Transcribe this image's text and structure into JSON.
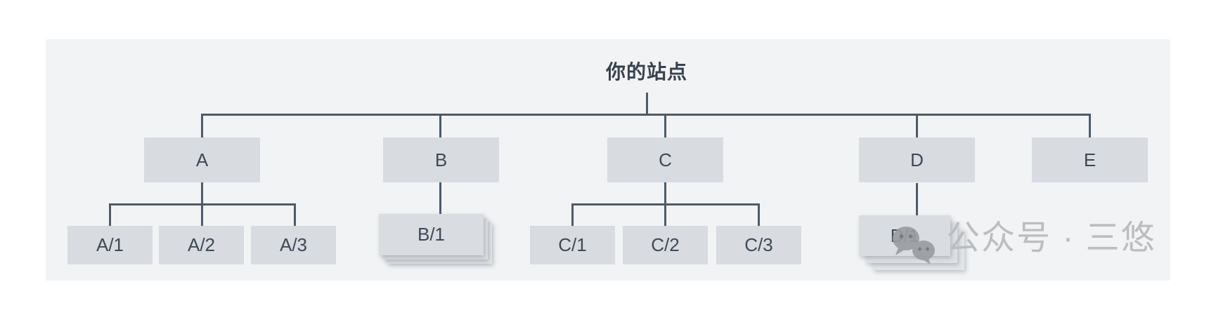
{
  "title": {
    "root_label": "你的站点"
  },
  "tree": {
    "level1": [
      "A",
      "B",
      "C",
      "D",
      "E"
    ],
    "level2": {
      "A": [
        "A/1",
        "A/2",
        "A/3"
      ],
      "B": [
        "B/1"
      ],
      "C": [
        "C/1",
        "C/2",
        "C/3"
      ],
      "D": [
        "D/1"
      ],
      "E": []
    }
  },
  "watermark": {
    "text": "公众号 · 三悠",
    "icon": "wechat-speech-bubbles-icon"
  },
  "colors": {
    "page_background": "#ffffff",
    "panel_background": "#f2f3f5",
    "box_fill": "#d8dbdf",
    "stacked_box_fill": "#d9dce1",
    "connector_line": "#4e5a68",
    "box_label_text": "#3e4956",
    "root_title_text": "#38424f",
    "watermark_text": "#bbbdc0",
    "watermark_icon": "#9a9da1"
  }
}
